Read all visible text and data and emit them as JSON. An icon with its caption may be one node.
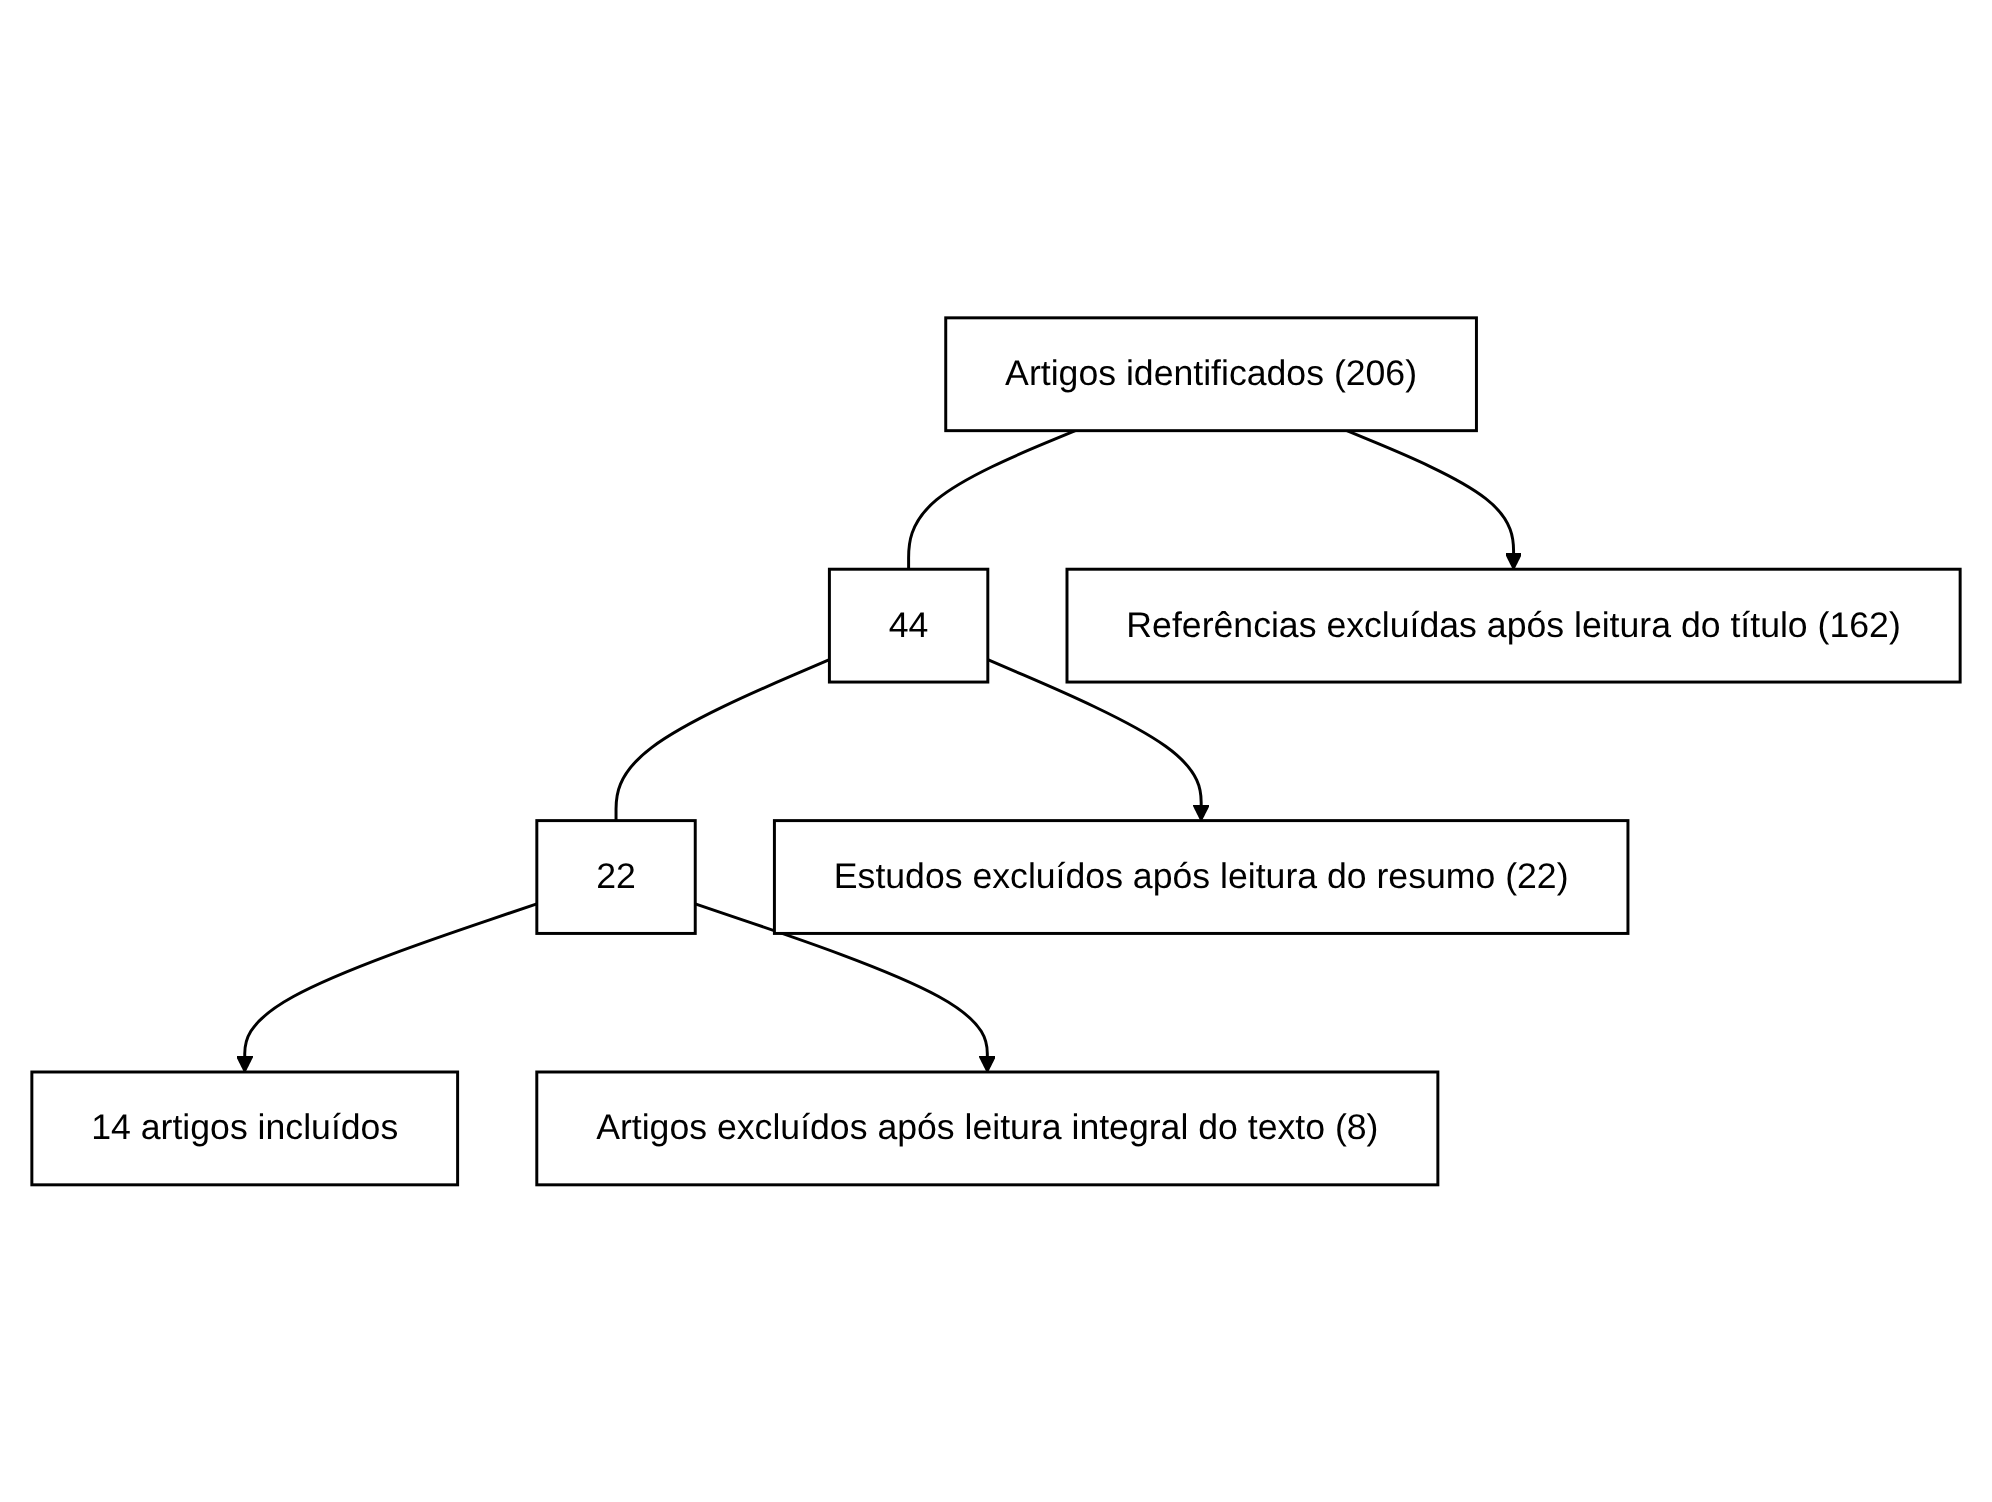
{
  "diagram": {
    "nodes": [
      {
        "text": [
          "Artigos identificados (206)"
        ]
      },
      {
        "text": [
          "Referências excluídas após leitura do título (162)"
        ]
      },
      {
        "text": [
          "44"
        ]
      },
      {
        "text": [
          "Estudos excluídos após leitura do resumo (22)"
        ]
      },
      {
        "text": [
          "22"
        ]
      },
      {
        "text": [
          "Artigos excluídos após leitura integral do texto (8)"
        ]
      },
      {
        "text": [
          "14 artigos incluídos"
        ]
      }
    ],
    "edges": [
      {
        "from": 0,
        "to": 2,
        "arrow": "none"
      },
      {
        "from": 0,
        "to": 1,
        "arrow": "to"
      },
      {
        "from": 2,
        "to": 4,
        "arrow": "none"
      },
      {
        "from": 2,
        "to": 3,
        "arrow": "to"
      },
      {
        "from": 4,
        "to": 6,
        "arrow": "to"
      },
      {
        "from": 4,
        "to": 5,
        "arrow": "to"
      }
    ]
  }
}
